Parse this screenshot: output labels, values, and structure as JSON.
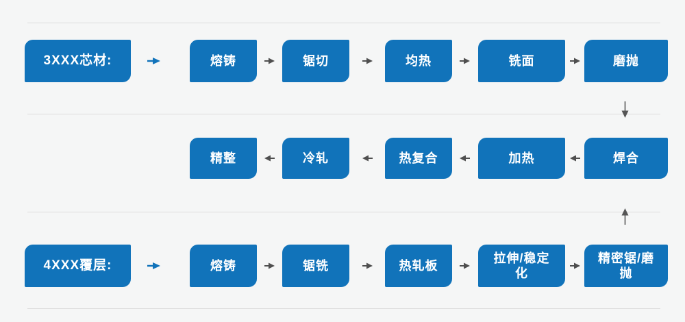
{
  "page": {
    "background": "#f5f6f6"
  },
  "flow": {
    "rows": [
      {
        "label": "3XXX芯材:",
        "direction": "right",
        "steps": [
          "熔铸",
          "锯切",
          "均热",
          "铣面",
          "磨抛"
        ]
      },
      {
        "label": "",
        "direction": "left",
        "steps": [
          "精整",
          "冷轧",
          "热复合",
          "加热",
          "焊合"
        ]
      },
      {
        "label": "4XXX覆层:",
        "direction": "right",
        "steps": [
          "熔铸",
          "锯铣",
          "热轧板",
          "拉伸/稳定化",
          "精密锯/磨抛"
        ]
      }
    ],
    "connectors": [
      {
        "from": "磨抛",
        "to": "焊合",
        "icon": "arrow-down-icon"
      },
      {
        "from": "精密锯/磨抛",
        "to": "焊合",
        "icon": "arrow-up-icon"
      }
    ]
  },
  "icons": {
    "label_arrow": "arrow-right-icon",
    "step_arrow_forward": "arrow-right-icon",
    "step_arrow_backward": "arrow-left-icon",
    "connector_down": "arrow-down-icon",
    "connector_up": "arrow-up-icon"
  },
  "colors": {
    "box_blue": "#1173ba",
    "label_arrow_blue": "#1173ba",
    "step_arrow_gray": "#4f4f4f",
    "connector_gray": "#555555",
    "divider_gray": "#dcdcdc",
    "text_white": "#ffffff",
    "background": "#f5f6f6"
  }
}
